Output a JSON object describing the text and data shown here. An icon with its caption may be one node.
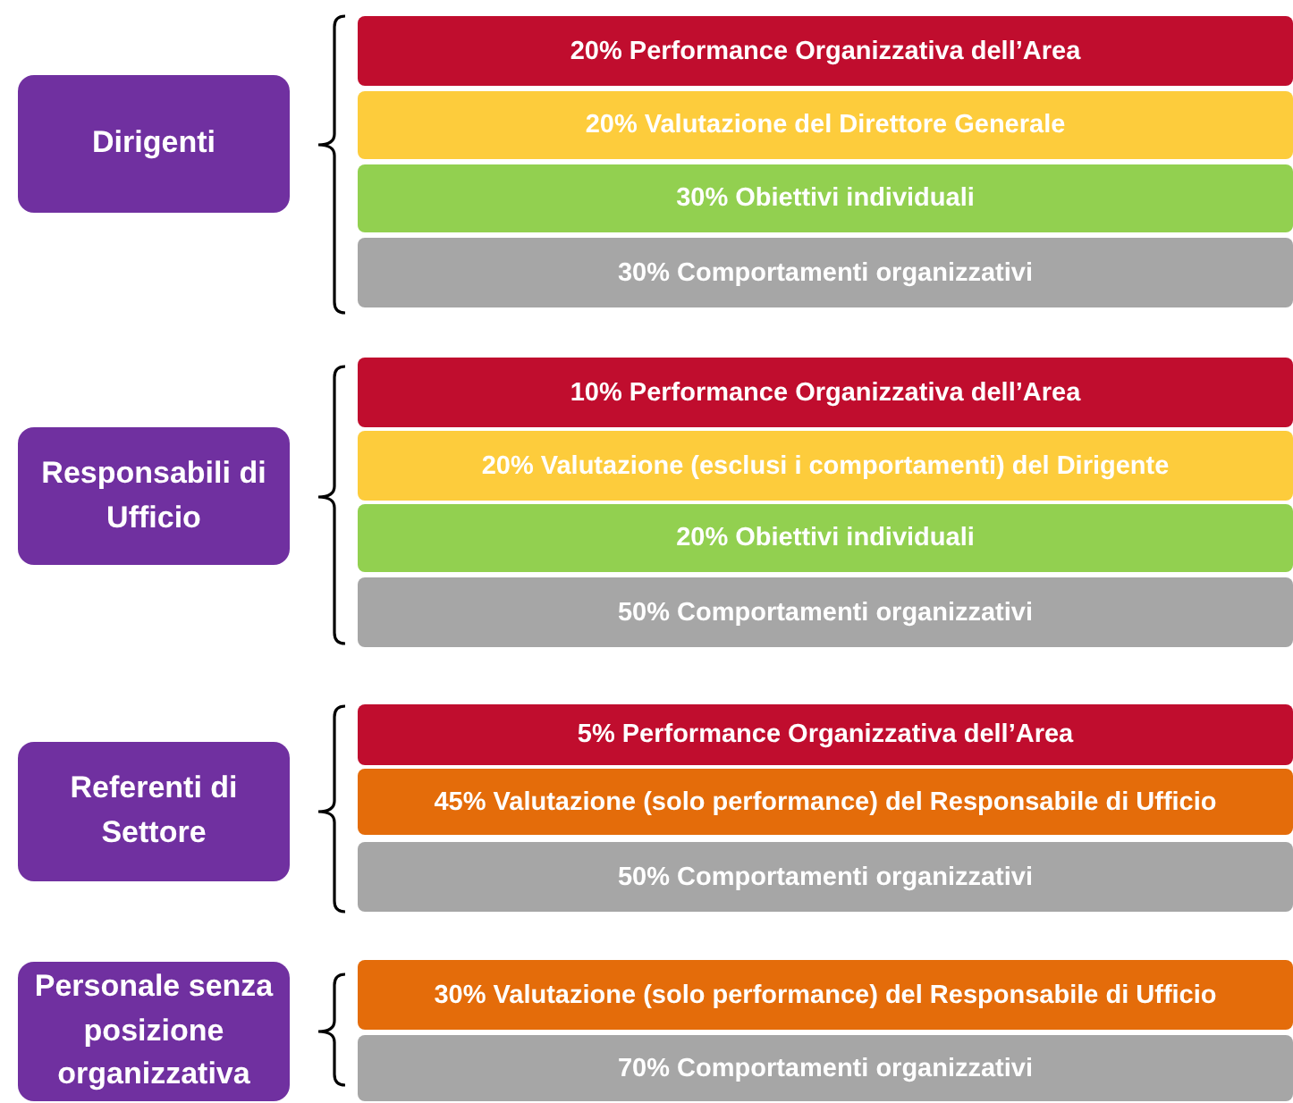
{
  "diagram": {
    "nodes": [
      {
        "text": [
          "Dirigenti"
        ]
      },
      {
        "text": [
          "20% Performance Organizzativa dell’Area"
        ]
      },
      {
        "text": [
          "20% Valutazione del Direttore Generale"
        ]
      },
      {
        "text": [
          "30% Obiettivi individuali"
        ]
      },
      {
        "text": [
          "30% Comportamenti organizzativi"
        ]
      },
      {
        "text": [
          "Responsabili di Ufficio"
        ]
      },
      {
        "text": [
          "10% Performance Organizzativa dell’Area"
        ]
      },
      {
        "text": [
          "20% Valutazione (esclusi i comportamenti) del Dirigente"
        ]
      },
      {
        "text": [
          "20% Obiettivi individuali"
        ]
      },
      {
        "text": [
          "50% Comportamenti organizzativi"
        ]
      },
      {
        "text": [
          "Referenti di Settore"
        ]
      },
      {
        "text": [
          "5% Performance Organizzativa dell’Area"
        ]
      },
      {
        "text": [
          "45% Valutazione (solo performance) del Responsabile di Ufficio"
        ]
      },
      {
        "text": [
          "50% Comportamenti organizzativi"
        ]
      },
      {
        "text": [
          "Personale senza posizione organizzativa"
        ]
      },
      {
        "text": [
          "30% Valutazione (solo performance) del Responsabile di Ufficio"
        ]
      },
      {
        "text": [
          "70% Comportamenti organizzativi"
        ]
      }
    ]
  }
}
